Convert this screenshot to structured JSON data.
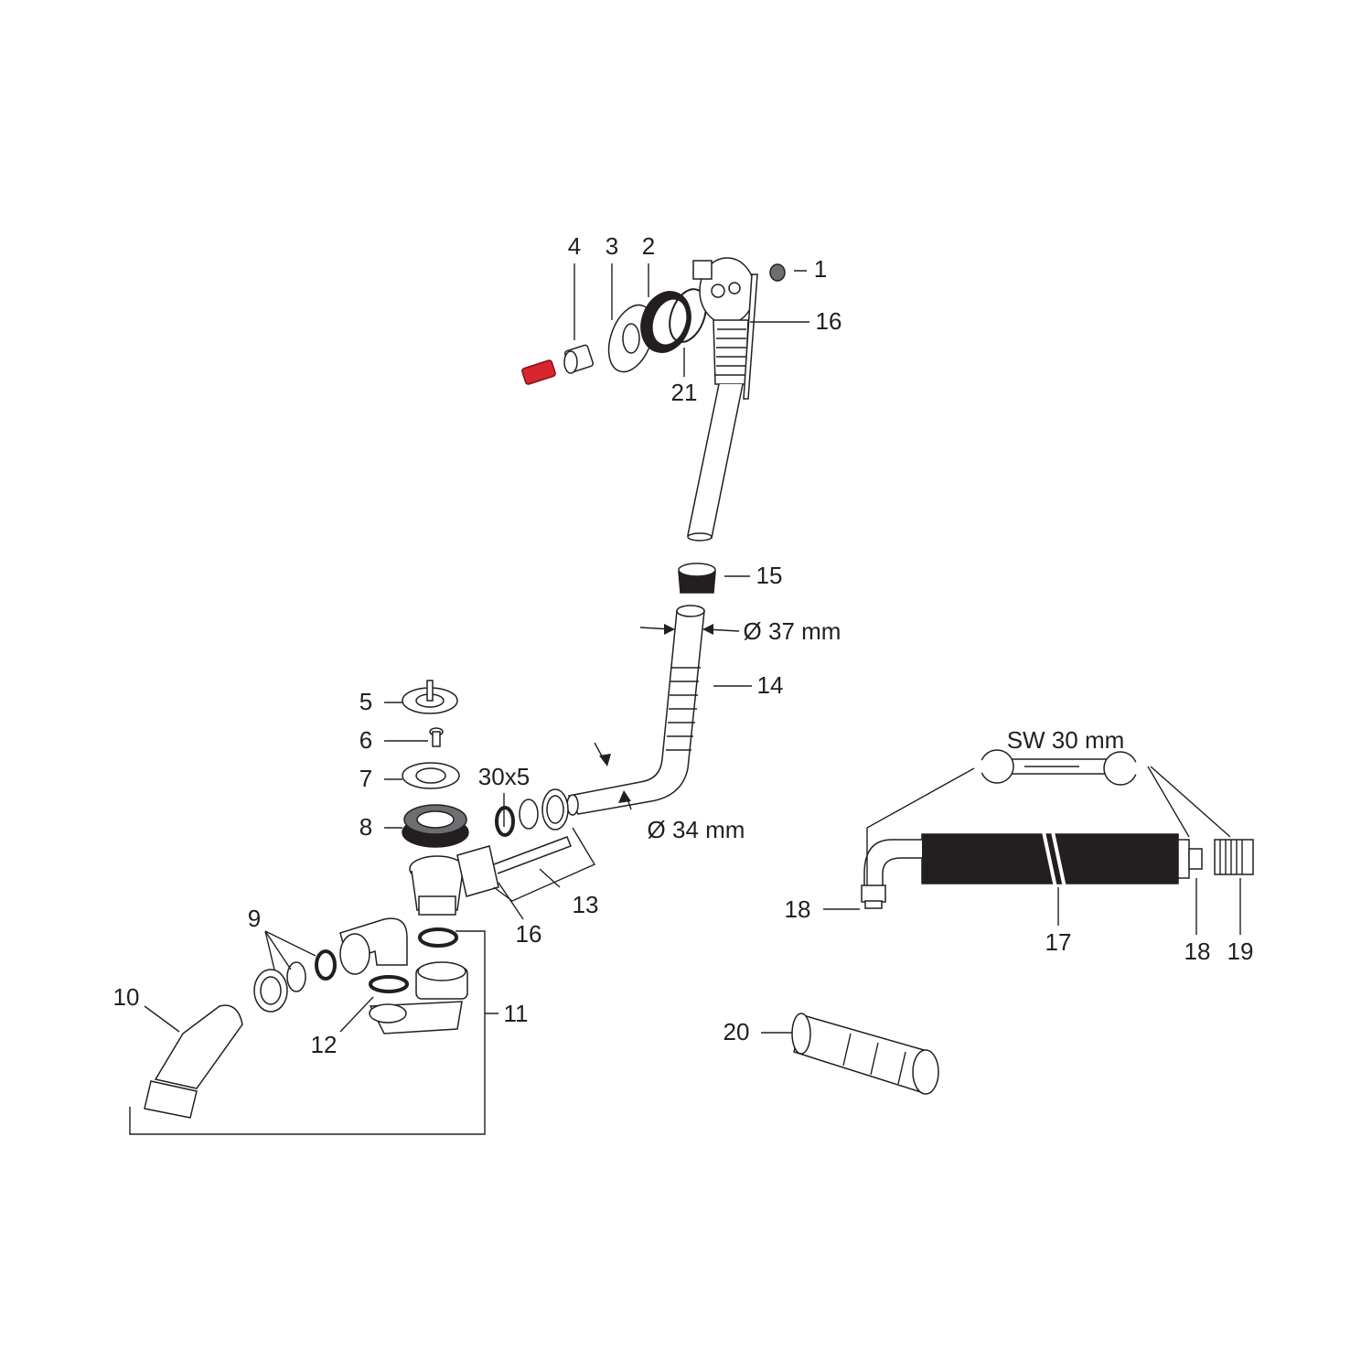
{
  "diagram": {
    "callouts": {
      "p1": "1",
      "p2": "2",
      "p3": "3",
      "p4": "4",
      "p5": "5",
      "p6": "6",
      "p7": "7",
      "p8": "8",
      "p9": "9",
      "p10": "10",
      "p11": "11",
      "p12": "12",
      "p13": "13",
      "p14": "14",
      "p15": "15",
      "p16_top": "16",
      "p16_bottom": "16",
      "p17": "17",
      "p18_left": "18",
      "p18_right": "18",
      "p19": "19",
      "p20": "20",
      "p21": "21"
    },
    "dimensions": {
      "dia37": "Ø 37 mm",
      "dia34": "Ø 34 mm",
      "oring": "30x5",
      "wrench": "SW 30 mm"
    },
    "colors": {
      "highlight": "#d7262e",
      "line": "#231f20",
      "hose": "#231f20"
    }
  }
}
